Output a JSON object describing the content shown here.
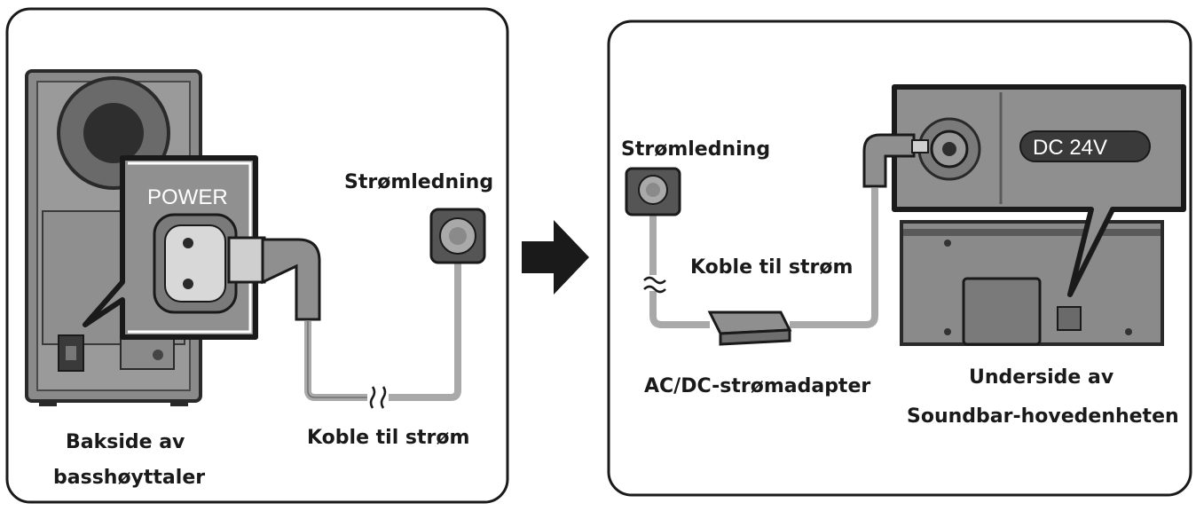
{
  "left_panel": {
    "power_label": "POWER",
    "cord_label": "Strømledning",
    "connect_label": "Koble til strøm",
    "caption_line1": "Bakside av",
    "caption_line2": "basshøyttaler"
  },
  "right_panel": {
    "cord_label": "Strømledning",
    "connect_label": "Koble til strøm",
    "adapter_label": "AC/DC-strømadapter",
    "dc_label": "DC 24V",
    "caption_line1": "Underside av",
    "caption_line2": "Soundbar-hovedenheten"
  },
  "colors": {
    "outline": "#1a1a1a",
    "panel_gray": "#8f8f8f",
    "device_dark": "#6e6e6e",
    "cable_gray": "#a9a9a9",
    "arrow": "#1a1a1a"
  }
}
